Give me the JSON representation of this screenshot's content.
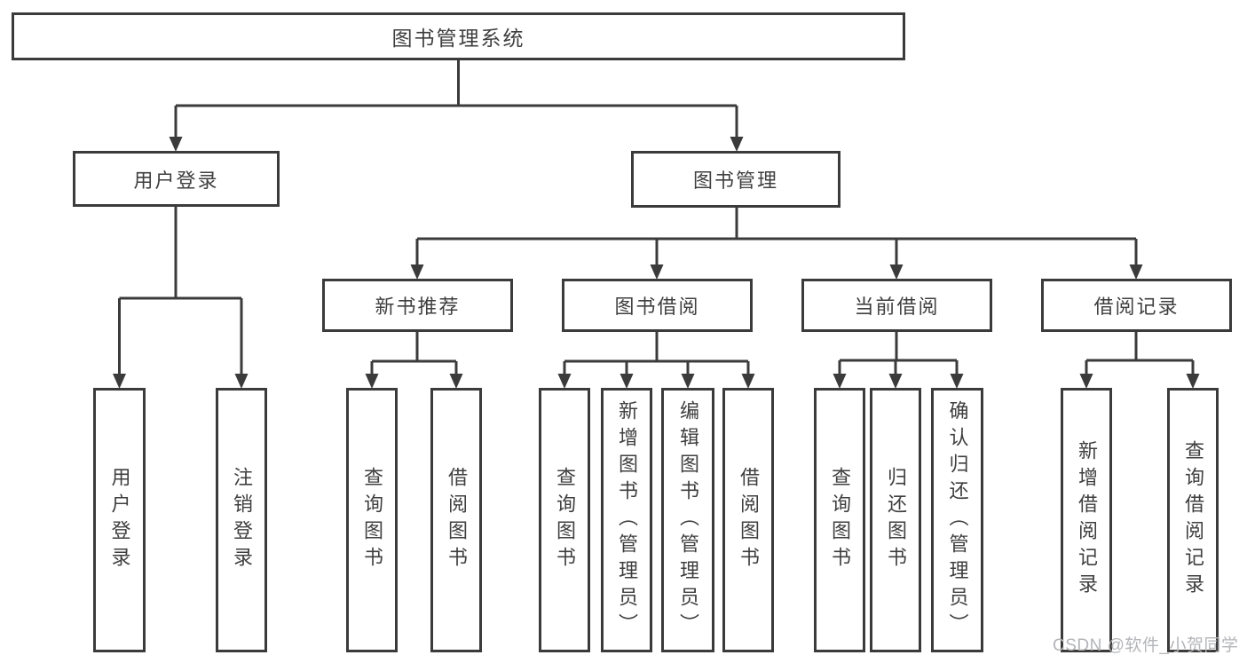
{
  "diagram": {
    "root": {
      "label": "图书管理系统"
    },
    "branches": [
      {
        "label": "用户登录",
        "children": [
          {
            "label": "用户登录"
          },
          {
            "label": "注销登录"
          }
        ]
      },
      {
        "label": "图书管理",
        "children": [
          {
            "label": "新书推荐",
            "children": [
              {
                "label": "查询图书"
              },
              {
                "label": "借阅图书"
              }
            ]
          },
          {
            "label": "图书借阅",
            "children": [
              {
                "label": "查询图书"
              },
              {
                "label": "新增图书（管理员）"
              },
              {
                "label": "编辑图书（管理员）"
              },
              {
                "label": "借阅图书"
              }
            ]
          },
          {
            "label": "当前借阅",
            "children": [
              {
                "label": "查询图书"
              },
              {
                "label": "归还图书"
              },
              {
                "label": "确认归还（管理员）"
              }
            ]
          },
          {
            "label": "借阅记录",
            "children": [
              {
                "label": "新增借阅记录"
              },
              {
                "label": "查询借阅记录"
              }
            ]
          }
        ]
      }
    ]
  },
  "watermark": {
    "text": "CSDN @软件_小贺同学"
  },
  "colors": {
    "line": "#3b3b3b",
    "text": "#3f3f3f",
    "background": "#ffffff",
    "watermark": "#b3b5b8"
  }
}
